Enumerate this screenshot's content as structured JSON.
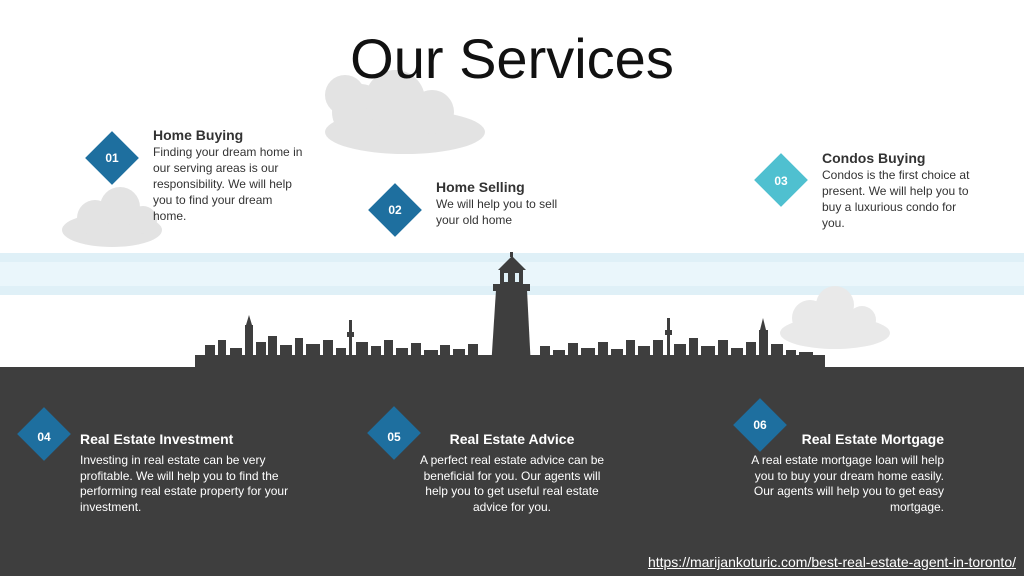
{
  "page": {
    "title": "Our Services"
  },
  "colors": {
    "blue": "#1e6f9f",
    "light_blue": "#4fc0d0",
    "dark": "#3e3e3e",
    "skyline": "#3e3e3e",
    "band": "#dff0f7",
    "cloud": "#e5e5e5"
  },
  "services_top": [
    {
      "number": "01",
      "title": "Home Buying",
      "text": "Finding your dream home in our serving areas is our responsibility. We will help you to find your dream home."
    },
    {
      "number": "02",
      "title": "Home Selling",
      "text": "We will help you to sell your old home"
    },
    {
      "number": "03",
      "title": "Condos Buying",
      "text": "Condos is the first choice at present. We will help you to buy a luxurious condo for you."
    }
  ],
  "services_bottom": [
    {
      "number": "04",
      "title": "Real Estate Investment",
      "text": "Investing in real estate can be very profitable. We will help you to find the performing real estate property for your investment."
    },
    {
      "number": "05",
      "title": "Real Estate Advice",
      "text": "A perfect real estate advice can be beneficial for you. Our agents will help you to get useful real estate advice for you."
    },
    {
      "number": "06",
      "title": "Real Estate Mortgage",
      "text": "A real estate mortgage loan will help you to buy your dream home easily. Our agents will help you to get easy mortgage."
    }
  ],
  "footer": {
    "link": "https://marijankoturic.com/best-real-estate-agent-in-toronto/"
  }
}
